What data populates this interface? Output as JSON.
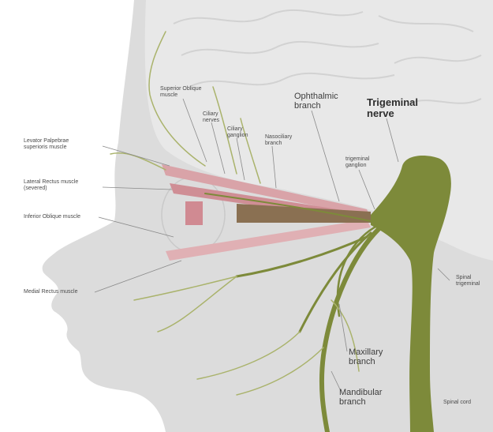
{
  "diagram": {
    "title": "Trigeminal\nnerve",
    "labels": {
      "superior_oblique": "Superior Oblique\nmuscle",
      "ciliary_nerves": "Ciliary\nnerves",
      "ciliary_ganglion": "Ciliary\nganglion",
      "nasociliary": "Nasociliary\nbranch",
      "ophthalmic_branch": "Ophthalmic\nbranch",
      "levator": "Levator Palpebrae\nsuperioris muscle",
      "lateral_rectus": "Lateral Rectus muscle\n(severed)",
      "inferior_oblique": "Inferior Oblique muscle",
      "trigeminal_ganglion": "trigeminal\nganglion",
      "medial_rectus": "Medial Rectus muscle",
      "spinal_trigeminal": "Spinal\ntrigeminal",
      "maxillary_branch": "Maxillary\nbranch",
      "mandibular_branch": "Mandibular\nbranch",
      "spinal_cord": "Spinal cord"
    },
    "colors": {
      "background": "#ffffff",
      "head": "#dcdcdc",
      "brain": "#e7e7e7",
      "nerve": "#7d8a3a",
      "nerve_light": "#aab36c",
      "muscle": "#d79aa0",
      "optic": "#8a7050"
    }
  }
}
